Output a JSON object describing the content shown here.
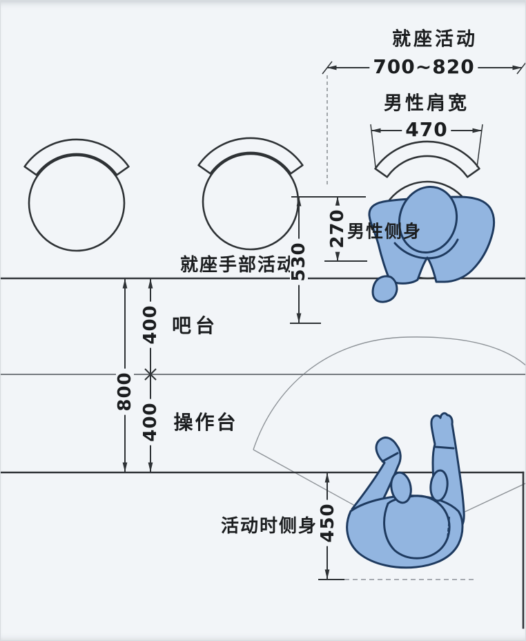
{
  "diagram": {
    "description_labels": {
      "seat_activity": "就座活动",
      "male_shoulder_width": "男性肩宽",
      "male_side": "男性侧身",
      "seated_hand_activity": "就座手部活动",
      "bar_counter": "吧台",
      "work_counter": "操作台",
      "active_side": "活动时侧身"
    },
    "dimension_values": {
      "seat_activity_range": "700~820",
      "male_shoulder_width": "470",
      "male_side": "270",
      "seated_hand_activity": "530",
      "bar_counter_depth": "400",
      "work_counter_depth": "400",
      "total_counter_depth": "800",
      "active_side": "450"
    },
    "colors": {
      "background": "#f2f5f8",
      "drawing_line": "#2e3235",
      "thin_reach_arc_line": "#8d9297",
      "counter_mid_line": "#74797e",
      "figure_fill": "#92b5e0",
      "figure_stroke": "#1e3a5f",
      "text": "#1b1d1f"
    }
  }
}
